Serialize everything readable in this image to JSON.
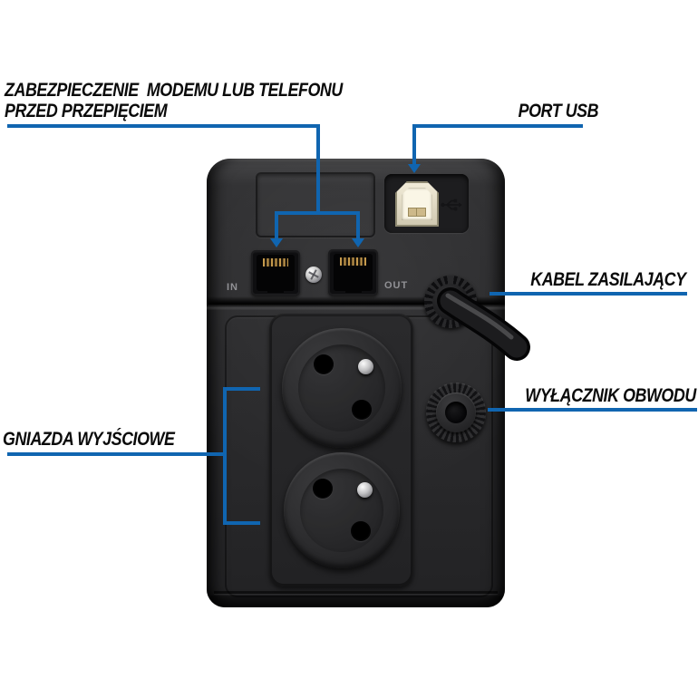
{
  "diagram": {
    "background": "#ffffff",
    "leader_color": "#1065b0",
    "text_color": "#0a0a0a",
    "annotations": {
      "modem_protection_line1": "ZABEZPIECZENIE  MODEMU LUB TELEFONU",
      "modem_protection_line2": "PRZED PRZEPIĘCIEM",
      "usb_port": "PORT USB",
      "power_cable": "KABEL ZASILAJĄCY",
      "circuit_breaker": "WYŁĄCZNIK OBWODU",
      "output_sockets": "GNIAZDA WYJŚCIOWE"
    },
    "device": {
      "body_color": "#2b2b2d",
      "rj45_in": "IN",
      "rj45_out": "OUT",
      "usb_connector_color": "#f2ecd9"
    }
  }
}
